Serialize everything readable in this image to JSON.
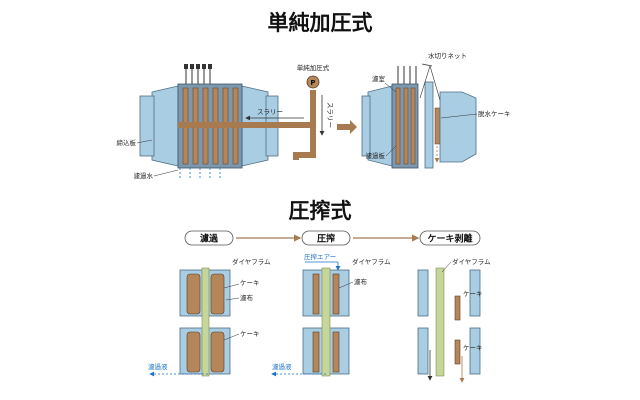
{
  "title_single": "単純加圧式",
  "title_press": "圧搾式",
  "single": {
    "pump_title": "単純加圧式",
    "pump_symbol": "P",
    "slurry_left": "スラリー",
    "slurry_right": "スラリー",
    "tighten": "締込板",
    "filtrate_water": "濾過水",
    "chamber": "濾室",
    "filter_plate": "濾過板",
    "drain_net": "水切りネット",
    "dewatered_cake": "脱水ケーキ"
  },
  "press": {
    "steps": [
      "濾過",
      "圧搾",
      "ケーキ剥離"
    ],
    "left": {
      "diaphragm": "ダイヤフラム",
      "cake1": "ケーキ",
      "cloth": "濾布",
      "cake2": "ケーキ",
      "filtrate": "濾過液"
    },
    "mid": {
      "air": "圧搾エアー",
      "diaphragm": "ダイヤフラム",
      "cloth": "濾布",
      "filtrate": "濾過液"
    },
    "right": {
      "diaphragm": "ダイヤフラム",
      "cake1": "ケーキ",
      "cake2": "ケーキ"
    }
  },
  "colors": {
    "frame": "#a9cde3",
    "frame_stroke": "#4f6f86",
    "cake": "#b5865a",
    "arrow": "#a77a4f",
    "blue": "#1a73c9"
  }
}
